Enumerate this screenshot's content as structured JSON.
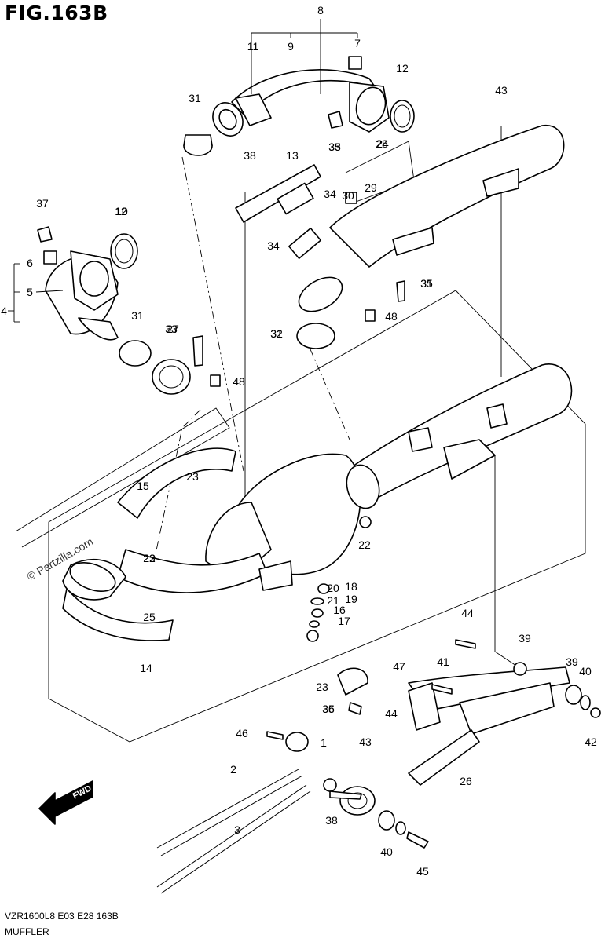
{
  "figure": {
    "title": "FIG.163B",
    "model_code": "VZR1600L8  E03  E28  163B",
    "caption": "MUFFLER",
    "watermark": "© Partzilla.com",
    "fwd_label": "FWD"
  },
  "callouts": [
    "1",
    "2",
    "3",
    "4",
    "5",
    "6",
    "7",
    "8",
    "9",
    "10",
    "11",
    "12",
    "12",
    "13",
    "14",
    "15",
    "16",
    "17",
    "18",
    "19",
    "20",
    "21",
    "22",
    "23",
    "23",
    "24",
    "25",
    "26",
    "27",
    "28",
    "29",
    "30",
    "31",
    "31",
    "31",
    "32",
    "33",
    "34",
    "34",
    "35",
    "35",
    "36",
    "37",
    "38",
    "38",
    "39",
    "39",
    "40",
    "40",
    "41",
    "42",
    "43",
    "43",
    "44",
    "44",
    "45",
    "46",
    "47",
    "48",
    "48"
  ]
}
